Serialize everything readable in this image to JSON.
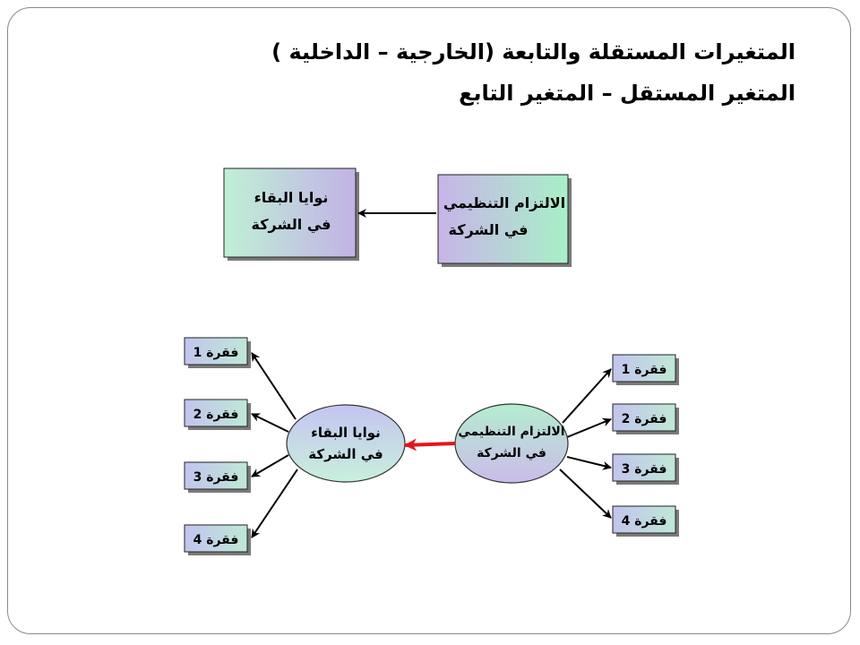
{
  "title": {
    "line1": "المتغيرات  المستقلة والتابعة  (الخارجية – الداخلية )",
    "line2": "المتغير المستقل – المتغير التابع"
  },
  "top_diagram": {
    "independent": {
      "line1": "الالتزام التنظيمي",
      "line2": "في الشركة"
    },
    "dependent": {
      "line1": "نوايا البقاء",
      "line2": "في الشركة"
    }
  },
  "bottom_diagram": {
    "independent": {
      "line1": "الالتزام التنظيمي",
      "line2": "في الشركة"
    },
    "dependent": {
      "line1": "نوايا البقاء",
      "line2": "في الشركة"
    },
    "left_items": [
      "فقرة 1",
      "فقرة 2",
      "فقرة 3",
      "فقرة 4"
    ],
    "right_items": [
      "فقرة 1",
      "فقرة 2",
      "فقرة 3",
      "فقرة 4"
    ]
  },
  "colors": {
    "box_fill_green": "#a8f0c8",
    "box_fill_purple": "#c8b4e8",
    "ellipse_fill_top": "#c6c6f2",
    "ellipse_fill_bottom": "#b9ecd4",
    "item_fill": "#c2c4ee",
    "arrow_black": "#000000",
    "arrow_red": "#e8141b"
  }
}
